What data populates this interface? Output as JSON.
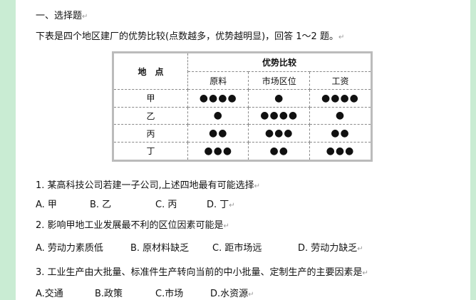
{
  "section_title": "一、选择题",
  "intro": "下表是四个地区建厂的优势比较(点数越多，优势越明显)，回答 1～2 题。",
  "table": {
    "corner": "地　点",
    "group_header": "优势比较",
    "columns": [
      "原料",
      "市场区位",
      "工资"
    ],
    "rows": [
      {
        "place": "甲",
        "values": [
          "●●●●",
          "●",
          "●●●●"
        ]
      },
      {
        "place": "乙",
        "values": [
          "●",
          "●●●●",
          "●"
        ]
      },
      {
        "place": "丙",
        "values": [
          "●●",
          "●●●",
          "●●"
        ]
      },
      {
        "place": "丁",
        "values": [
          "●●●",
          "●●",
          "●●●"
        ]
      }
    ]
  },
  "questions": [
    {
      "stem": "1. 某高科技公司若建一子公司,上述四地最有可能选择",
      "options": [
        "A. 甲",
        "B. 乙",
        "C. 丙",
        "D. 丁"
      ]
    },
    {
      "stem": "2. 影响甲地工业发展最不利的区位因素可能是",
      "options": [
        "A. 劳动力素质低",
        "B. 原材料缺乏",
        "C. 距市场远",
        "D. 劳动力缺乏"
      ]
    },
    {
      "stem": "3. 工业生产由大批量、标准件生产转向当前的中小批量、定制生产的主要因素是",
      "options": [
        "A.交通",
        "B.政策",
        "C.市场",
        "D.水资源"
      ]
    }
  ],
  "paragraph_mark": "↵"
}
